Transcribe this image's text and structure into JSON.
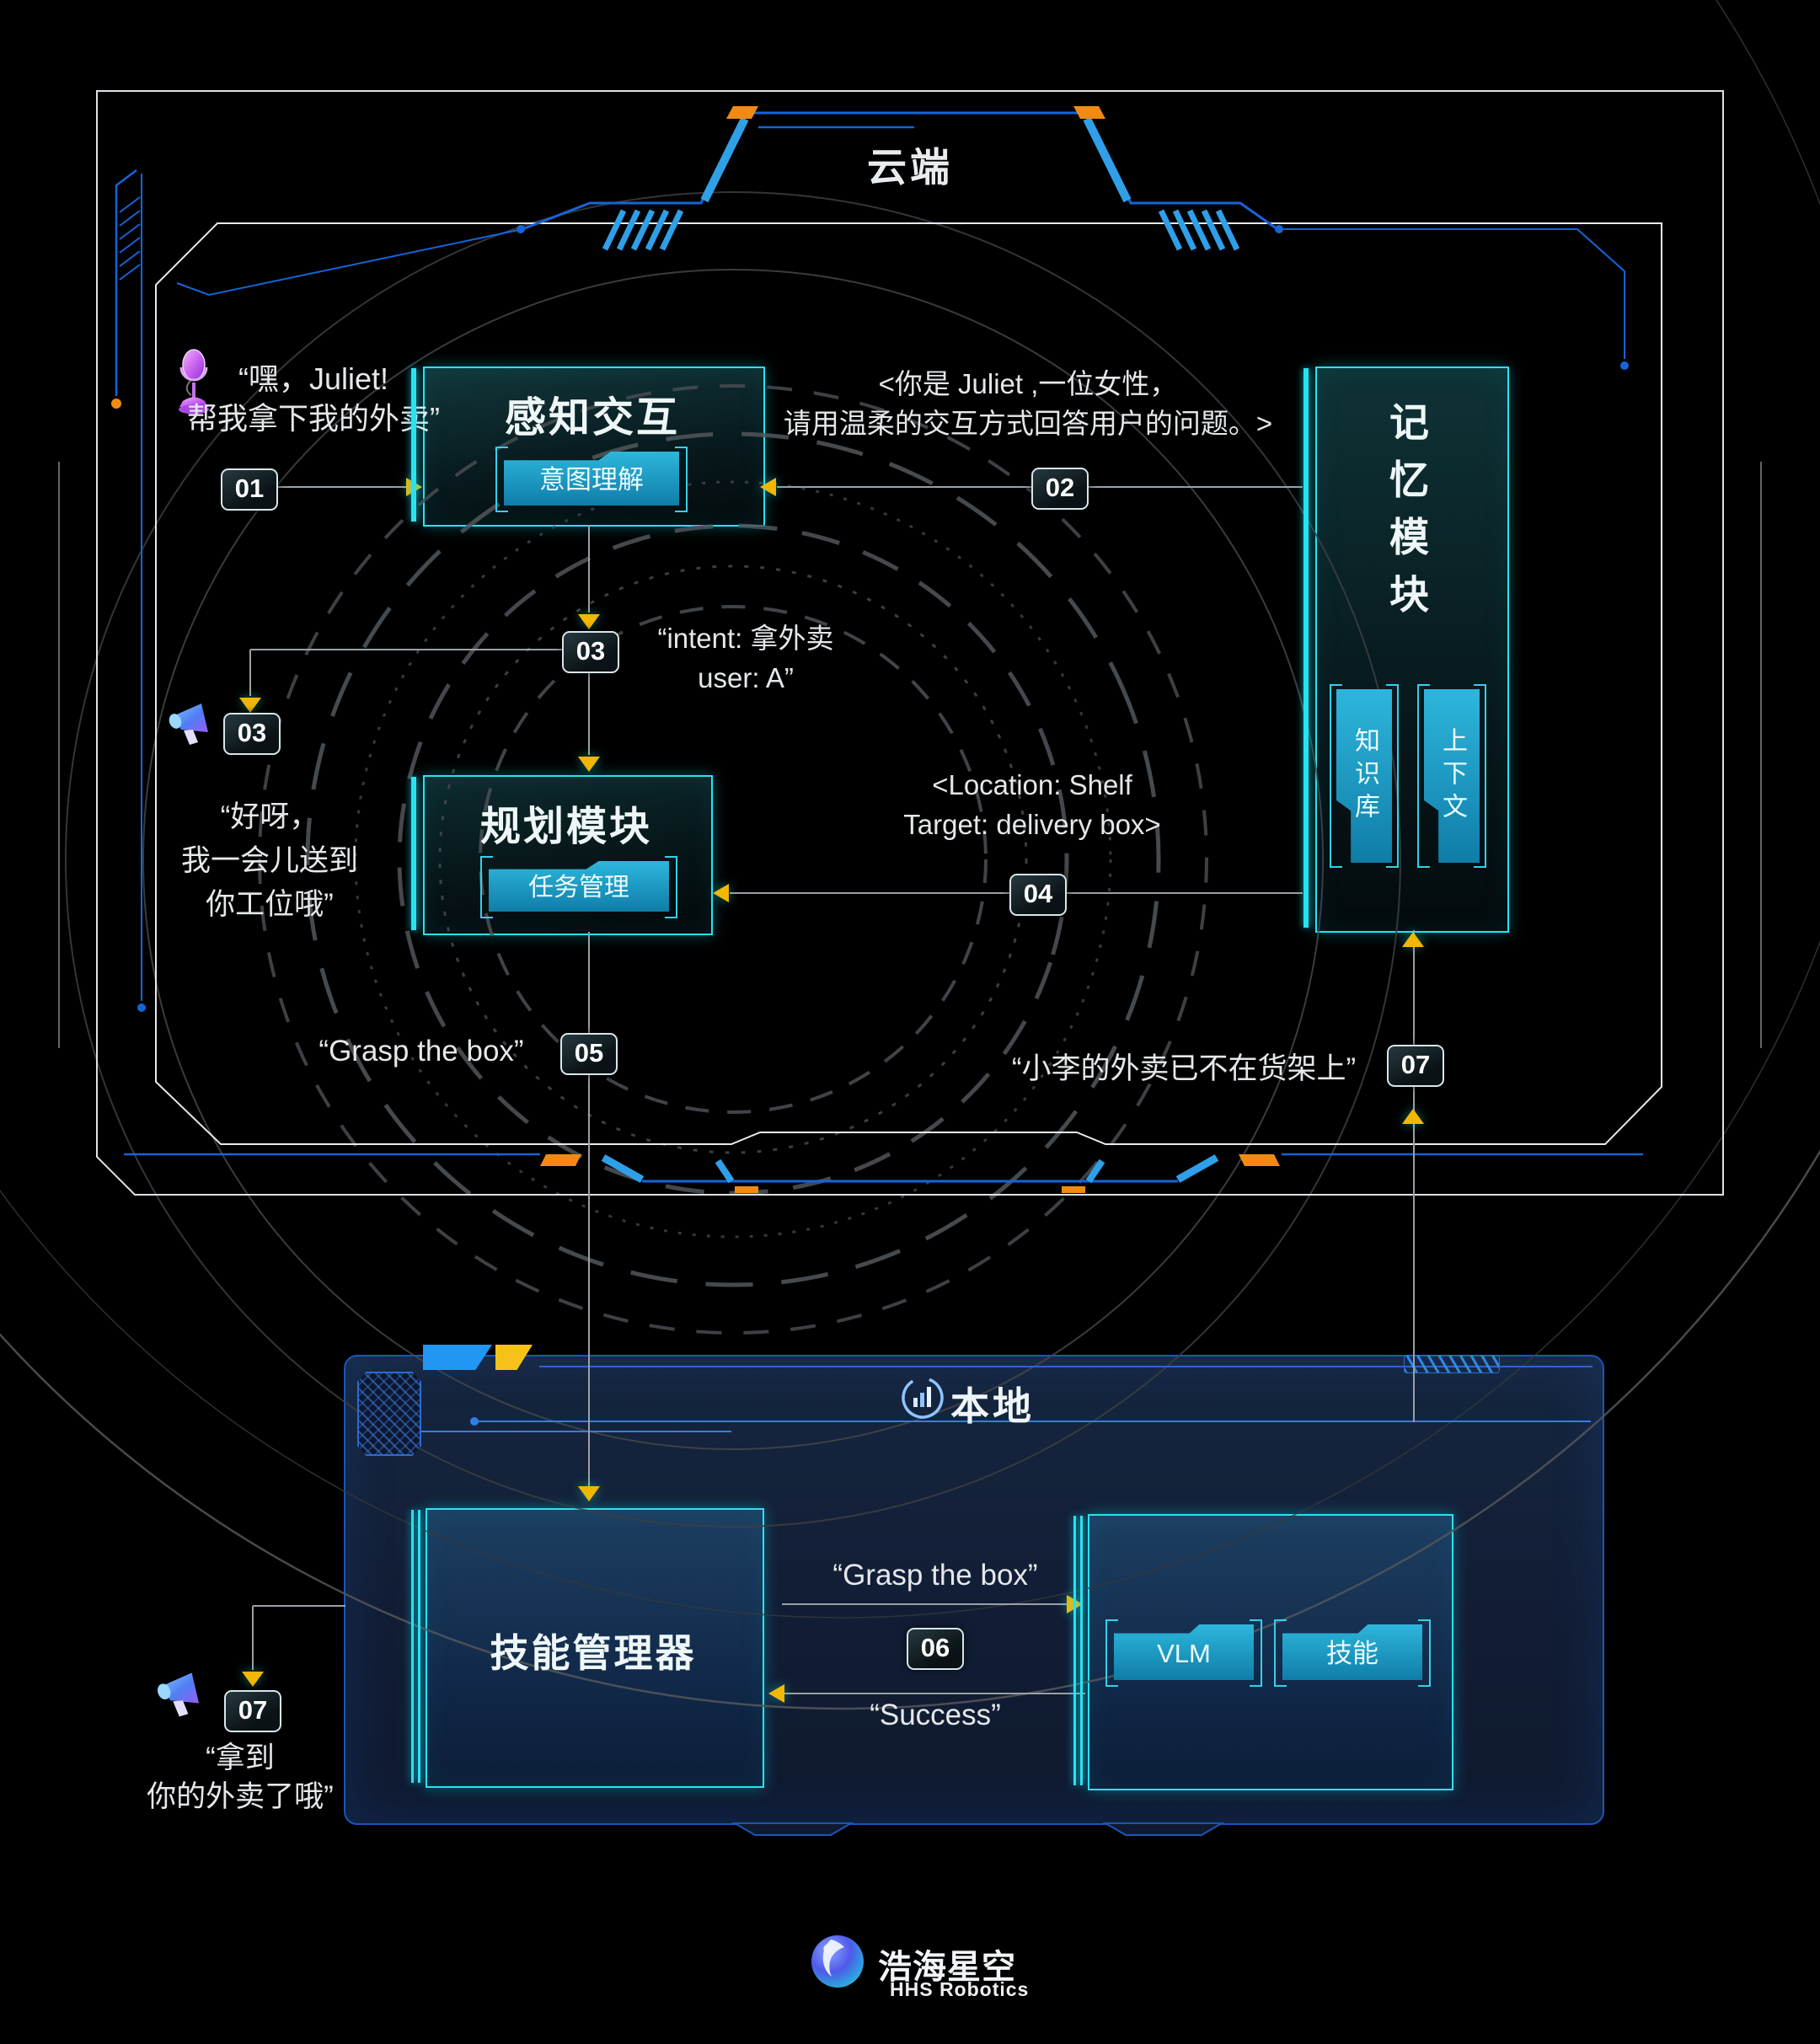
{
  "colors": {
    "accent_cyan": "#2AE2F0",
    "tab_fill": "#1693BD",
    "arrow_yellow": "#F2B705",
    "accent_orange": "#F08A12",
    "frame_blue": "#1565D8",
    "light_blue": "#2F9FE8",
    "panel_border_blue": "#1C55B8",
    "panel_fill": "#15243E",
    "text": "#E8ECEF"
  },
  "cloud": {
    "title": "云端",
    "perception_box": {
      "title": "感知交互",
      "tab": "意图理解"
    },
    "planning_box": {
      "title": "规划模块",
      "tab": "任务管理"
    },
    "memory_box": {
      "title": "记忆模块",
      "title_chars": [
        "记",
        "忆",
        "模",
        "块"
      ],
      "tabs": [
        "知识库",
        "上下文"
      ]
    }
  },
  "local": {
    "title": "本地",
    "skill_manager_box": {
      "title": "技能管理器"
    },
    "execution_box": {
      "tabs": [
        "VLM",
        "技能"
      ]
    }
  },
  "flows": {
    "f01": {
      "num": "01",
      "lines": [
        "“嘿，Juliet!",
        "帮我拿下我的外卖”"
      ]
    },
    "f02": {
      "num": "02",
      "lines": [
        "<你是 Juliet ,一位女性，",
        "请用温柔的交互方式回答用户的问题。>"
      ]
    },
    "f03_intent": {
      "num": "03",
      "lines": [
        "“intent: 拿外卖",
        "user: A”"
      ]
    },
    "f03_reply": {
      "num": "03",
      "lines": [
        "“好呀，",
        "我一会儿送到",
        "你工位哦”"
      ]
    },
    "f04": {
      "num": "04",
      "lines": [
        "<Location: Shelf",
        "Target: delivery box>"
      ]
    },
    "f05": {
      "num": "05",
      "text": "“Grasp the box”"
    },
    "f06": {
      "num": "06",
      "text_request": "“Grasp the box”",
      "text_response": "“Success”"
    },
    "f07_memory": {
      "num": "07",
      "text": "“小李的外卖已不在货架上”"
    },
    "f07_user": {
      "num": "07",
      "lines": [
        "“拿到",
        "你的外卖了哦”"
      ]
    }
  },
  "footer": {
    "brand_cn": "浩海星空",
    "brand_en": "HHS Robotics"
  }
}
